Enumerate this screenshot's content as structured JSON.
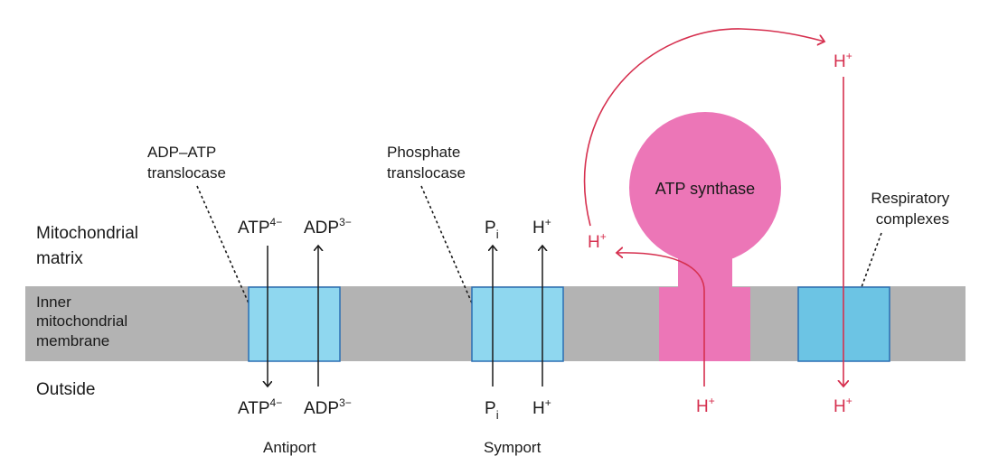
{
  "regions": {
    "matrix": [
      "Mitochondrial",
      "matrix"
    ],
    "membrane": [
      "Inner",
      "mitochondrial",
      "membrane"
    ],
    "outside": "Outside"
  },
  "transporters": {
    "adp_atp": {
      "name": [
        "ADP–ATP",
        "translocase"
      ],
      "top_left": {
        "base": "ATP",
        "sup": "4−"
      },
      "top_right": {
        "base": "ADP",
        "sup": "3−"
      },
      "bottom_left": {
        "base": "ATP",
        "sup": "4−"
      },
      "bottom_right": {
        "base": "ADP",
        "sup": "3−"
      },
      "mode": "Antiport"
    },
    "phosphate": {
      "name": [
        "Phosphate",
        "translocase"
      ],
      "top_left": {
        "base": "P",
        "sub": "i"
      },
      "top_right": {
        "base": "H",
        "sup": "+"
      },
      "bottom_left": {
        "base": "P",
        "sub": "i"
      },
      "bottom_right": {
        "base": "H",
        "sup": "+"
      },
      "mode": "Symport"
    },
    "synthase": {
      "name": "ATP synthase",
      "matrix_ion": {
        "base": "H",
        "sup": "+"
      },
      "outside_ion": {
        "base": "H",
        "sup": "+"
      }
    },
    "respiratory": {
      "name": [
        "Respiratory",
        "complexes"
      ],
      "top_ion": {
        "base": "H",
        "sup": "+"
      },
      "bottom_ion": {
        "base": "H",
        "sup": "+"
      }
    }
  },
  "colors": {
    "membrane": "#b3b3b3",
    "translocase": "#8fd7ef",
    "respiratory": "#6cc4e4",
    "box_border": "#2a6fb4",
    "synthase": "#ec76b7",
    "proton": "#d6304f",
    "text": "#1a1a1a"
  }
}
